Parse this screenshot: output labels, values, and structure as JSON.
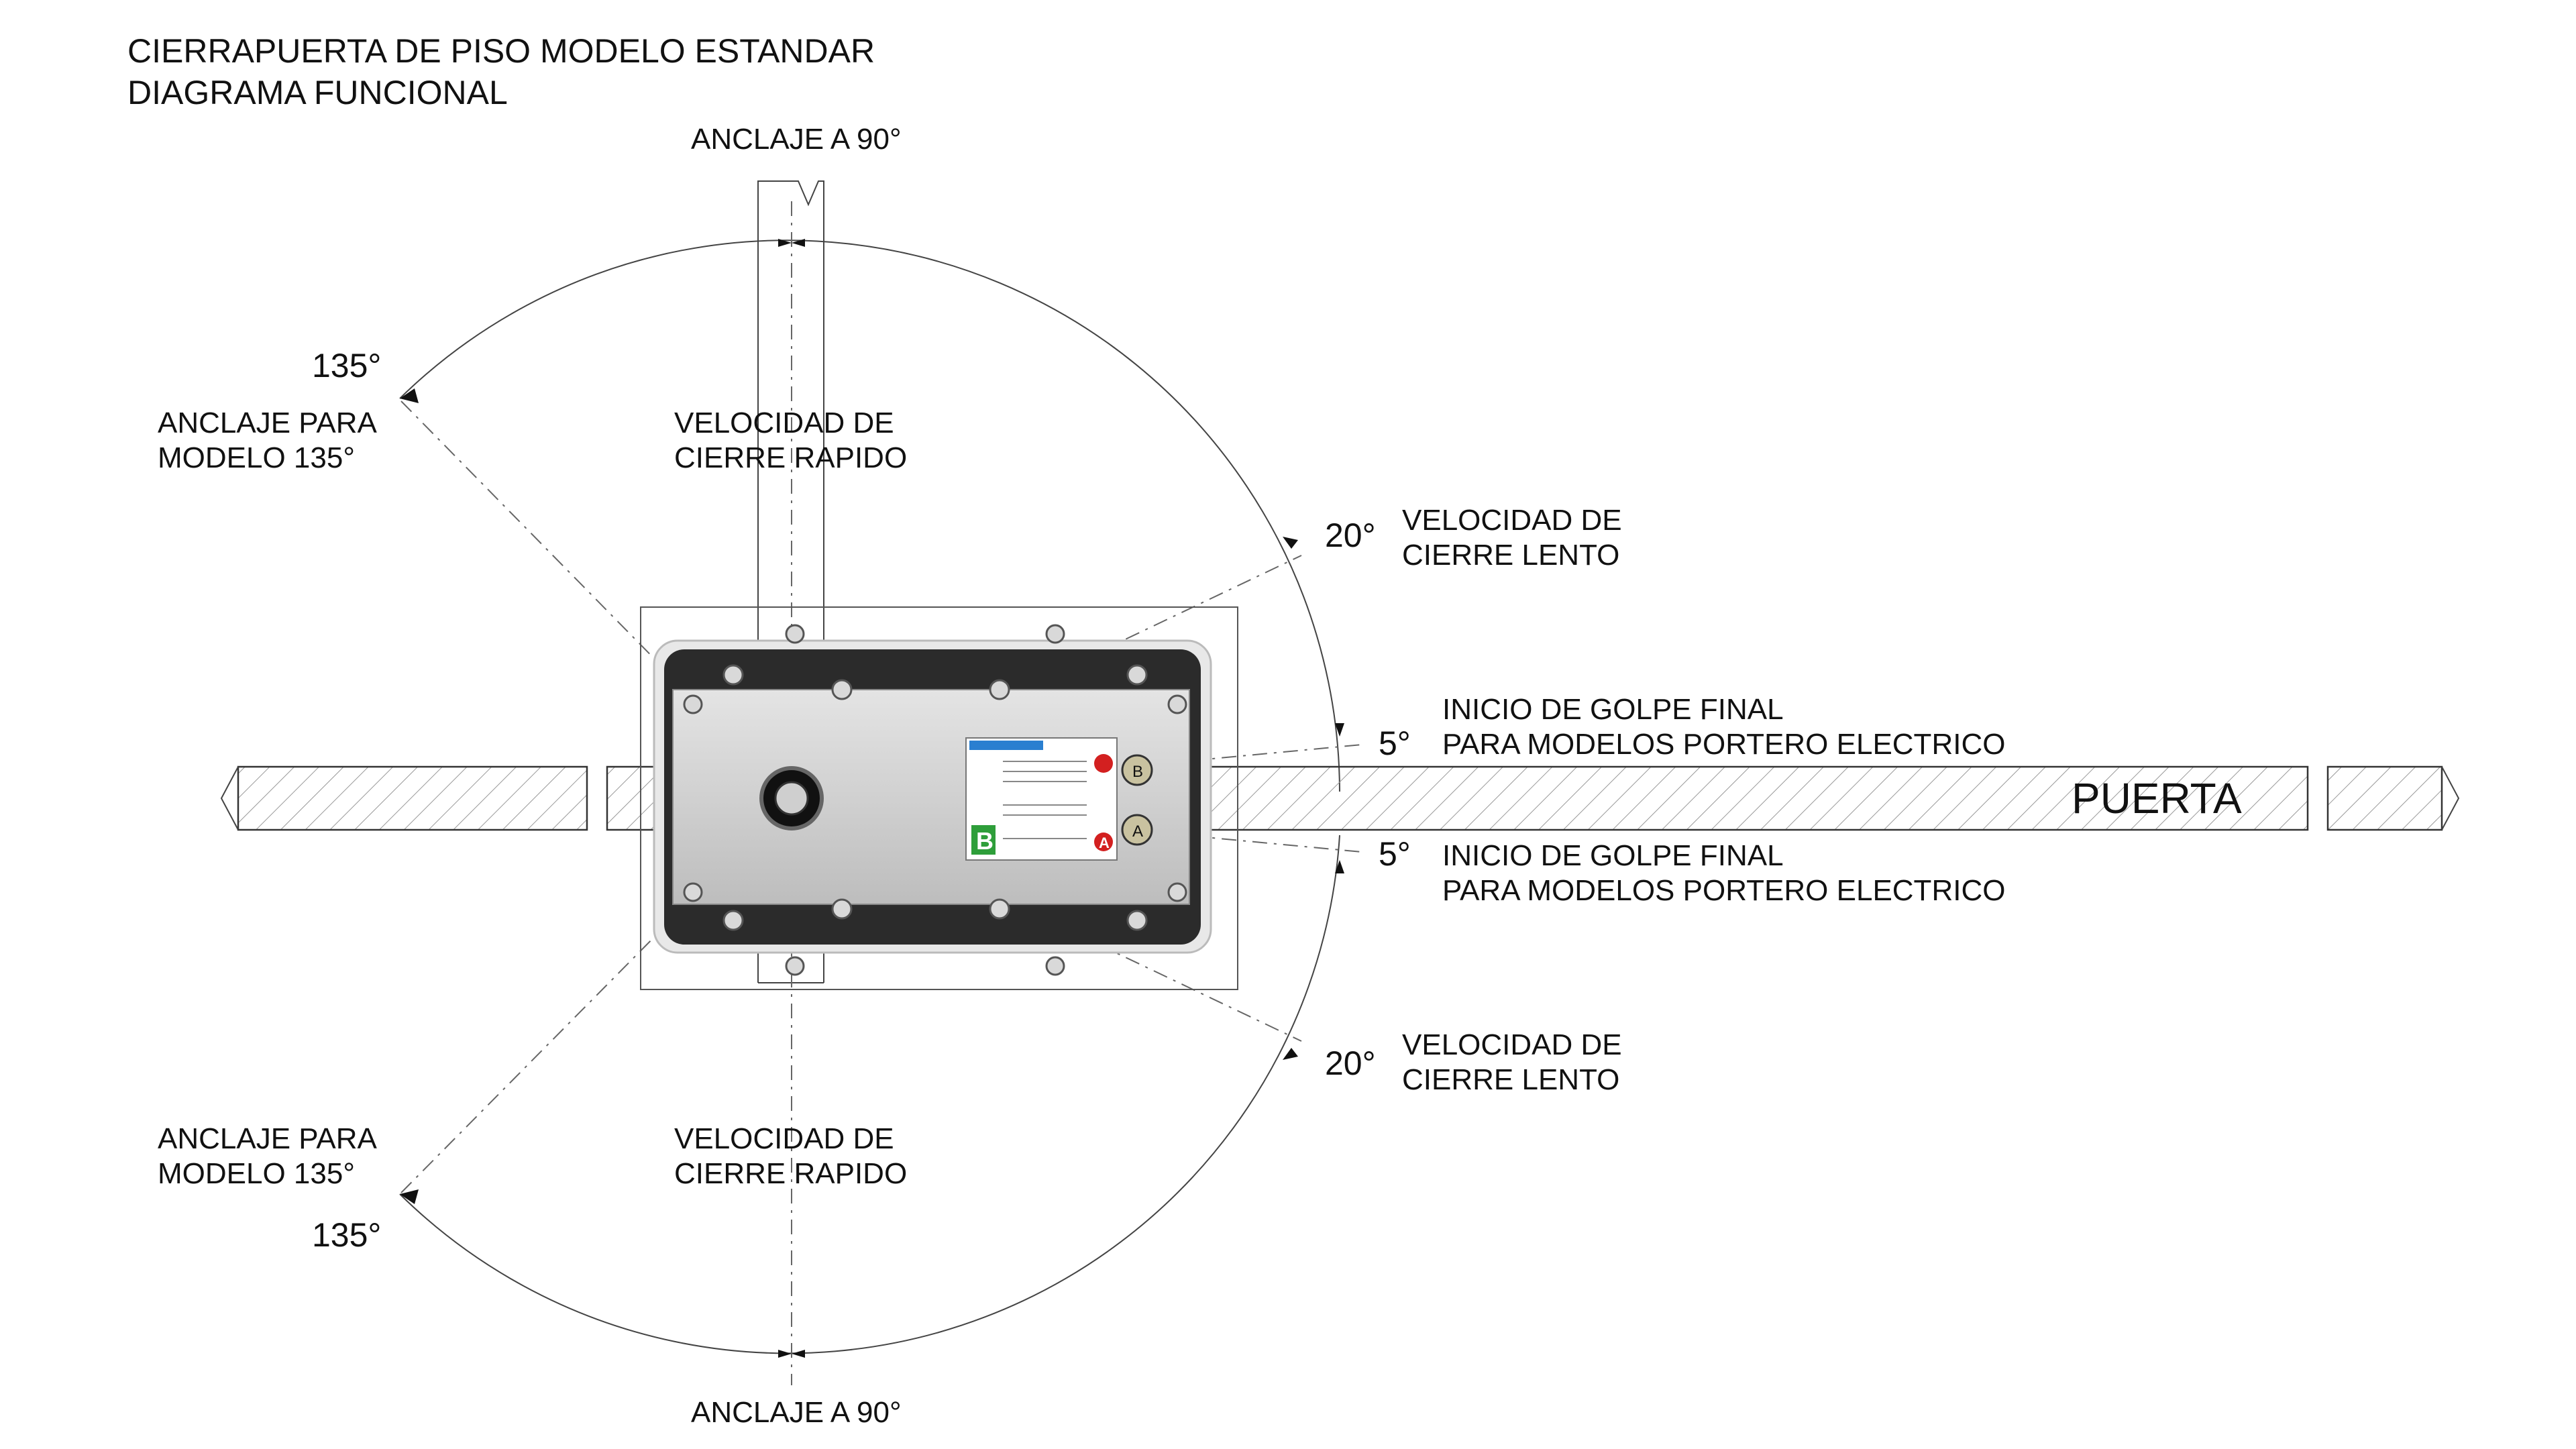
{
  "title": {
    "line1": "CIERRAPUERTA DE PISO MODELO ESTANDAR",
    "line2": "DIAGRAMA FUNCIONAL"
  },
  "anchors": {
    "top": "ANCLAJE A 90°",
    "bottom": "ANCLAJE A 90°",
    "left_upper": [
      "ANCLAJE PARA",
      "MODELO 135°"
    ],
    "left_lower": [
      "ANCLAJE PARA",
      "MODELO 135°"
    ]
  },
  "angles": {
    "a135_upper": "135°",
    "a135_lower": "135°",
    "a20_upper": "20°",
    "a20_lower": "20°",
    "a5_upper": "5°",
    "a5_lower": "5°"
  },
  "zones": {
    "rapid_upper": [
      "VELOCIDAD DE",
      "CIERRE RAPIDO"
    ],
    "rapid_lower": [
      "VELOCIDAD DE",
      "CIERRE RAPIDO"
    ],
    "slow_upper": [
      "VELOCIDAD DE",
      "CIERRE  LENTO"
    ],
    "slow_lower": [
      "VELOCIDAD DE",
      "CIERRE  LENTO"
    ],
    "latch_upper": [
      "INICIO DE GOLPE FINAL",
      "PARA MODELOS PORTERO ELECTRICO"
    ],
    "latch_lower": [
      "INICIO DE GOLPE FINAL",
      "PARA MODELOS PORTERO ELECTRICO"
    ]
  },
  "door_label": "PUERTA",
  "device": {
    "badge_b": "B",
    "badge_a": "A",
    "valve_a": "A",
    "valve_b": "B"
  },
  "colors": {
    "line": "#333333",
    "device_body": "#2b2b2b",
    "plate": "#cfcfcf",
    "badge_green": "#2e9e3a",
    "badge_red": "#d32020",
    "label_blue": "#2a7fd0"
  }
}
